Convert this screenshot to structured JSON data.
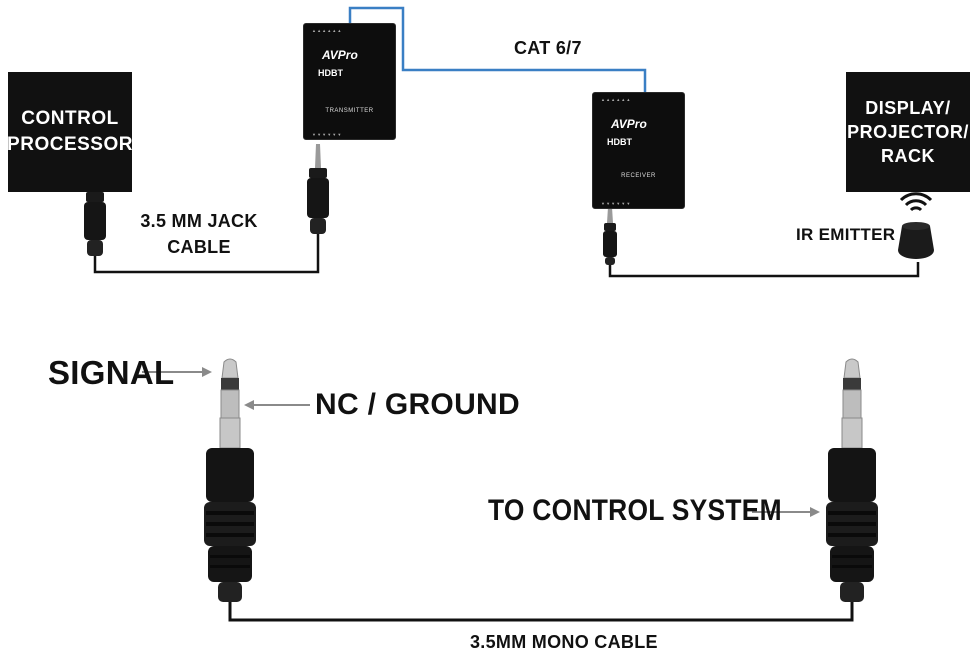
{
  "boxes": {
    "control_processor": "CONTROL\nPROCESSOR",
    "display": "DISPLAY/\nPROJECTOR/\nRACK"
  },
  "labels": {
    "cat": "CAT 6/7",
    "jack_cable": "3.5 MM JACK\nCABLE",
    "ir_emitter": "IR EMITTER",
    "signal": "SIGNAL",
    "nc_ground": "NC / GROUND",
    "to_control": "TO CONTROL SYSTEM",
    "mono_cable": "3.5MM MONO CABLE"
  },
  "transmitter": {
    "brand": "AVPro",
    "hdbt": "HDBT",
    "name": "TRANSMITTER"
  },
  "receiver": {
    "brand": "AVPro",
    "hdbt": "HDBT",
    "name": "RECEIVER"
  },
  "colors": {
    "cat_cable": "#3a7fc4",
    "box": "#111111",
    "wire": "#111111"
  }
}
